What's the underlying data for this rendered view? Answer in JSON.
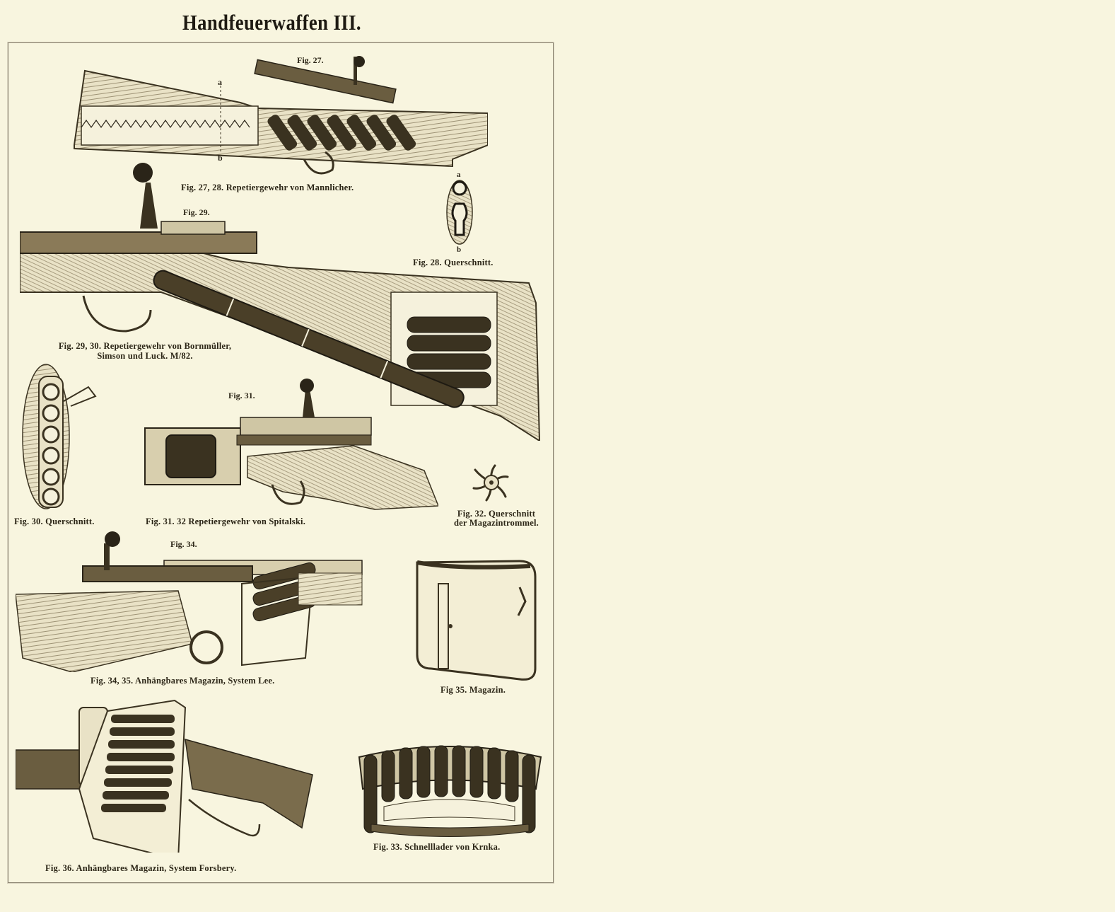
{
  "page": {
    "title": "Handfeuerwaffen III.",
    "background_color": "#f8f5df",
    "ink_color": "#2a2418"
  },
  "figures": [
    {
      "id": "fig27",
      "label": "Fig. 27.",
      "subject": "rifle-magazine-mannlicher-cutaway",
      "markers": [
        "a",
        "b"
      ]
    },
    {
      "id": "fig28",
      "label": "",
      "subject": "cross-section-magazine",
      "markers": [
        "a",
        "b"
      ]
    },
    {
      "id": "fig29",
      "label": "Fig. 29.",
      "subject": "rifle-bornmueller-tube-magazine-cutaway"
    },
    {
      "id": "fig30",
      "label": "",
      "subject": "cross-section-cartridge-column"
    },
    {
      "id": "fig31",
      "label": "Fig. 31.",
      "subject": "rifle-spitalski-drum-magazine"
    },
    {
      "id": "fig32",
      "label": "",
      "subject": "drum-cross-section-star"
    },
    {
      "id": "fig34",
      "label": "Fig. 34.",
      "subject": "rifle-lee-detachable-magazine"
    },
    {
      "id": "fig35",
      "label": "",
      "subject": "lee-magazine-box"
    },
    {
      "id": "fig36",
      "label": "",
      "subject": "forsberg-detachable-magazine"
    },
    {
      "id": "fig33",
      "label": "",
      "subject": "krnka-quick-loader"
    }
  ],
  "captions": {
    "fig27_28": "Fig. 27, 28. Repetiergewehr von Mannlicher.",
    "fig28": "Fig. 28. Querschnitt.",
    "fig29_30_line1": "Fig. 29, 30. Repetiergewehr von Bornmüller,",
    "fig29_30_line2": "Simson und Luck. M/82.",
    "fig30": "Fig. 30. Querschnitt.",
    "fig31_32": "Fig. 31. 32 Repetiergewehr von Spitalski.",
    "fig32_line1": "Fig. 32. Querschnitt",
    "fig32_line2": "der Magazintrommel.",
    "fig34_35": "Fig. 34, 35. Anhängbares Magazin, System Lee.",
    "fig35": "Fig 35. Magazin.",
    "fig36": "Fig. 36. Anhängbares Magazin, System Forsbery.",
    "fig33": "Fig. 33. Schnelllader von Krnka."
  },
  "markers": {
    "a": "a",
    "b": "b"
  }
}
